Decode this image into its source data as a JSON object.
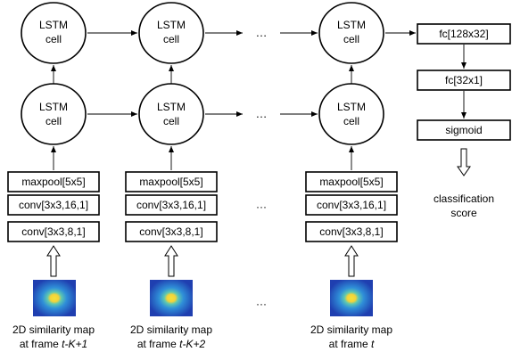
{
  "lstm_label_line1": "LSTM",
  "lstm_label_line2": "cell",
  "layers": {
    "maxpool": "maxpool[5x5]",
    "conv2": "conv[3x3,16,1]",
    "conv1": "conv[3x3,8,1]"
  },
  "ellipsis": "…",
  "ellipsis_short": "···",
  "head": {
    "fc1": "fc[128x32]",
    "fc2": "fc[32x1]",
    "sigmoid": "sigmoid",
    "output_line1": "classification",
    "output_line2": "score"
  },
  "columns": [
    {
      "caption_line1": "2D similarity map",
      "caption_prefix": "at frame ",
      "caption_frame": "t-K+1"
    },
    {
      "caption_line1": "2D similarity map",
      "caption_prefix": "at frame ",
      "caption_frame": "t-K+2"
    },
    {
      "caption_line1": "2D similarity map",
      "caption_prefix": "at frame ",
      "caption_frame": "t"
    }
  ],
  "colors": {
    "heatmap_outer": "#1f3fb0",
    "heatmap_mid": "#2f8fd8",
    "heatmap_ring": "#5fc8b0",
    "heatmap_core": "#f4e23a"
  }
}
